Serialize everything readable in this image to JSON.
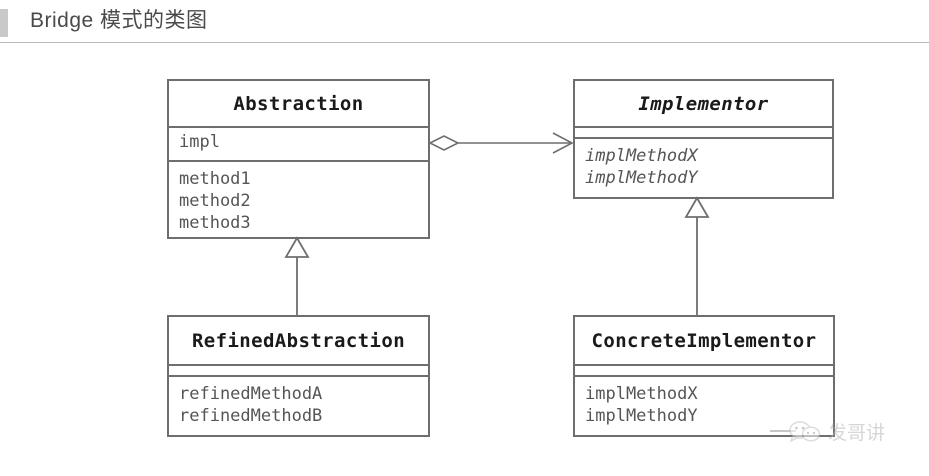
{
  "header": {
    "title": "Bridge 模式的类图",
    "accent_color": "#c9c9c9",
    "rule_color": "#b8b8b8"
  },
  "diagram": {
    "type": "uml-class-diagram",
    "line_color": "#6e6e6e",
    "text_color": "#1a1a1a",
    "member_color": "#555555",
    "classes": [
      {
        "id": "abstraction",
        "name": "Abstraction",
        "abstract": false,
        "attributes": [
          "impl"
        ],
        "methods": [
          "method1",
          "method2",
          "method3"
        ]
      },
      {
        "id": "implementor",
        "name": "Implementor",
        "abstract": true,
        "attributes": [],
        "methods": [
          "implMethodX",
          "implMethodY"
        ]
      },
      {
        "id": "refined-abstraction",
        "name": "RefinedAbstraction",
        "abstract": false,
        "attributes": [],
        "methods": [
          "refinedMethodA",
          "refinedMethodB"
        ]
      },
      {
        "id": "concrete-implementor",
        "name": "ConcreteImplementor",
        "abstract": false,
        "attributes": [],
        "methods": [
          "implMethodX",
          "implMethodY"
        ]
      }
    ],
    "relations": [
      {
        "id": "aggregation-abstraction-implementor",
        "type": "aggregation",
        "from": "abstraction",
        "to": "implementor",
        "label": ""
      },
      {
        "id": "generalization-refined-abstraction",
        "type": "generalization",
        "from": "refined-abstraction",
        "to": "abstraction",
        "label": ""
      },
      {
        "id": "generalization-concrete-implementor",
        "type": "generalization",
        "from": "concrete-implementor",
        "to": "implementor",
        "label": ""
      }
    ]
  },
  "watermark": {
    "text": "发哥讲",
    "icon": "wechat-bubbles-icon",
    "color": "#b5b5b5"
  }
}
